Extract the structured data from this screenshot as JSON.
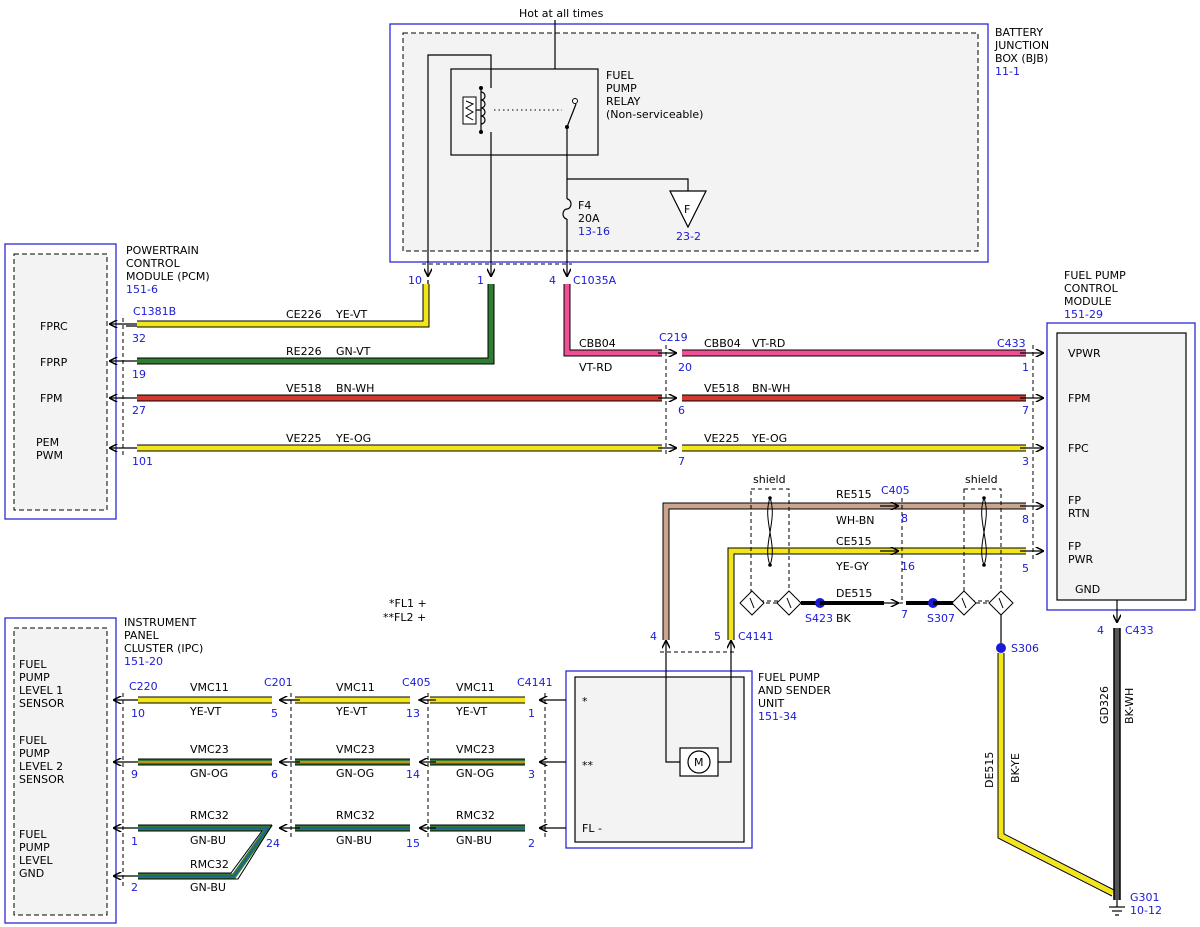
{
  "hot_label": "Hot at all times",
  "bjb": {
    "name": [
      "BATTERY",
      "JUNCTION",
      "BOX (BJB)"
    ],
    "ref": "11-1"
  },
  "relay": {
    "lines": [
      "FUEL",
      "PUMP",
      "RELAY",
      "(Non-serviceable)"
    ]
  },
  "fuse": {
    "name": "F4",
    "rating": "20A",
    "ref": "13-16"
  },
  "fuse_ground": {
    "letter": "F",
    "ref": "23-2"
  },
  "pcm": {
    "name": [
      "POWERTRAIN",
      "CONTROL",
      "MODULE (PCM)"
    ],
    "ref": "151-6",
    "connector": "C1381B",
    "pins": [
      {
        "name": "FPRC",
        "num": "32"
      },
      {
        "name": "FPRP",
        "num": "19"
      },
      {
        "name": "FPM",
        "num": "27"
      },
      {
        "name": "PEM",
        "name2": "PWM",
        "num": "101"
      }
    ]
  },
  "bjb_pins": [
    "10",
    "1",
    "4"
  ],
  "c1035a": "C1035A",
  "fpcm": {
    "name": [
      "FUEL PUMP",
      "CONTROL",
      "MODULE"
    ],
    "ref": "151-29",
    "connector": "C433",
    "pins": [
      {
        "label": "VPWR",
        "num": "1"
      },
      {
        "label": "FPM",
        "num": "7"
      },
      {
        "label": "FPC",
        "num": "3"
      },
      {
        "label": "FP",
        "label2": "RTN",
        "num": "8"
      },
      {
        "label": "FP",
        "label2": "PWR",
        "num": "5"
      }
    ],
    "gnd_label": "GND",
    "gnd_pin": "4",
    "gnd_connector": "C433"
  },
  "c219": {
    "name": "C219",
    "pins": [
      "20",
      "6",
      "7"
    ]
  },
  "wires_left": [
    {
      "circuit": "CE226",
      "color": "YE-VT"
    },
    {
      "circuit": "RE226",
      "color": "GN-VT"
    },
    {
      "circuit": "VE518",
      "color": "BN-WH"
    },
    {
      "circuit": "VE225",
      "color": "YE-OG"
    }
  ],
  "cbb04_left": {
    "circuit": "CBB04",
    "color": "VT-RD"
  },
  "wires_right": [
    {
      "circuit": "CBB04",
      "color": "VT-RD"
    },
    {
      "circuit": "VE518",
      "color": "BN-WH"
    },
    {
      "circuit": "VE225",
      "color": "YE-OG"
    }
  ],
  "re515": {
    "circuit": "RE515",
    "color": "WH-BN"
  },
  "ce515": {
    "circuit": "CE515",
    "color": "YE-GY"
  },
  "de515": {
    "circuit": "DE515",
    "color": "BK"
  },
  "c405_top": {
    "name": "C405",
    "pins": [
      "8",
      "16",
      "7"
    ]
  },
  "shield": "shield",
  "splices": {
    "s423": "S423",
    "s307": "S307",
    "s306": "S306"
  },
  "c4141_top": {
    "name": "C4141",
    "pins": [
      "4",
      "5"
    ]
  },
  "notes": [
    "*FL1 +",
    "**FL2 +"
  ],
  "fpsu": {
    "name": [
      "FUEL PUMP",
      "AND SENDER",
      "UNIT"
    ],
    "ref": "151-34",
    "pins": [
      "*",
      "**",
      "FL -"
    ],
    "motor": "M"
  },
  "ipc": {
    "name": [
      "INSTRUMENT",
      "PANEL",
      "CLUSTER (IPC)"
    ],
    "ref": "151-20",
    "pin_labels": [
      [
        "FUEL",
        "PUMP",
        "LEVEL 1",
        "SENSOR"
      ],
      [
        "FUEL",
        "PUMP",
        "LEVEL 2",
        "SENSOR"
      ],
      [
        "FUEL",
        "PUMP",
        "LEVEL",
        "GND"
      ]
    ]
  },
  "bottom_connectors": {
    "c220": {
      "name": "C220",
      "pins": [
        "10",
        "9",
        "1",
        "2"
      ]
    },
    "c201": {
      "name": "C201",
      "pins": [
        "5",
        "6",
        "24"
      ]
    },
    "c405": {
      "name": "C405",
      "pins": [
        "13",
        "14",
        "15"
      ]
    },
    "c4141": {
      "name": "C4141",
      "pins": [
        "1",
        "3",
        "2"
      ]
    }
  },
  "bottom_wires": [
    {
      "circuit": "VMC11",
      "color": "YE-VT"
    },
    {
      "circuit": "VMC23",
      "color": "GN-OG"
    },
    {
      "circuit": "RMC32",
      "color": "GN-BU"
    }
  ],
  "gnd_wires": [
    {
      "circuit": "DE515",
      "color": "BK-YE"
    },
    {
      "circuit": "GD326",
      "color": "BK-WH"
    }
  ],
  "g301": {
    "name": "G301",
    "ref": "10-12"
  },
  "wire_colors": {
    "yellow": "#f2e51a",
    "violet": "#8a2be2",
    "green": "#2e7d32",
    "brown": "#8b4513",
    "white": "#ffffff",
    "pink": "#ee4f95",
    "red": "#d3392f",
    "orange": "#f39c12",
    "blue": "#1e5ab4",
    "gray": "#9a9a9a",
    "black": "#000000",
    "frame": "#2a2ad6"
  }
}
